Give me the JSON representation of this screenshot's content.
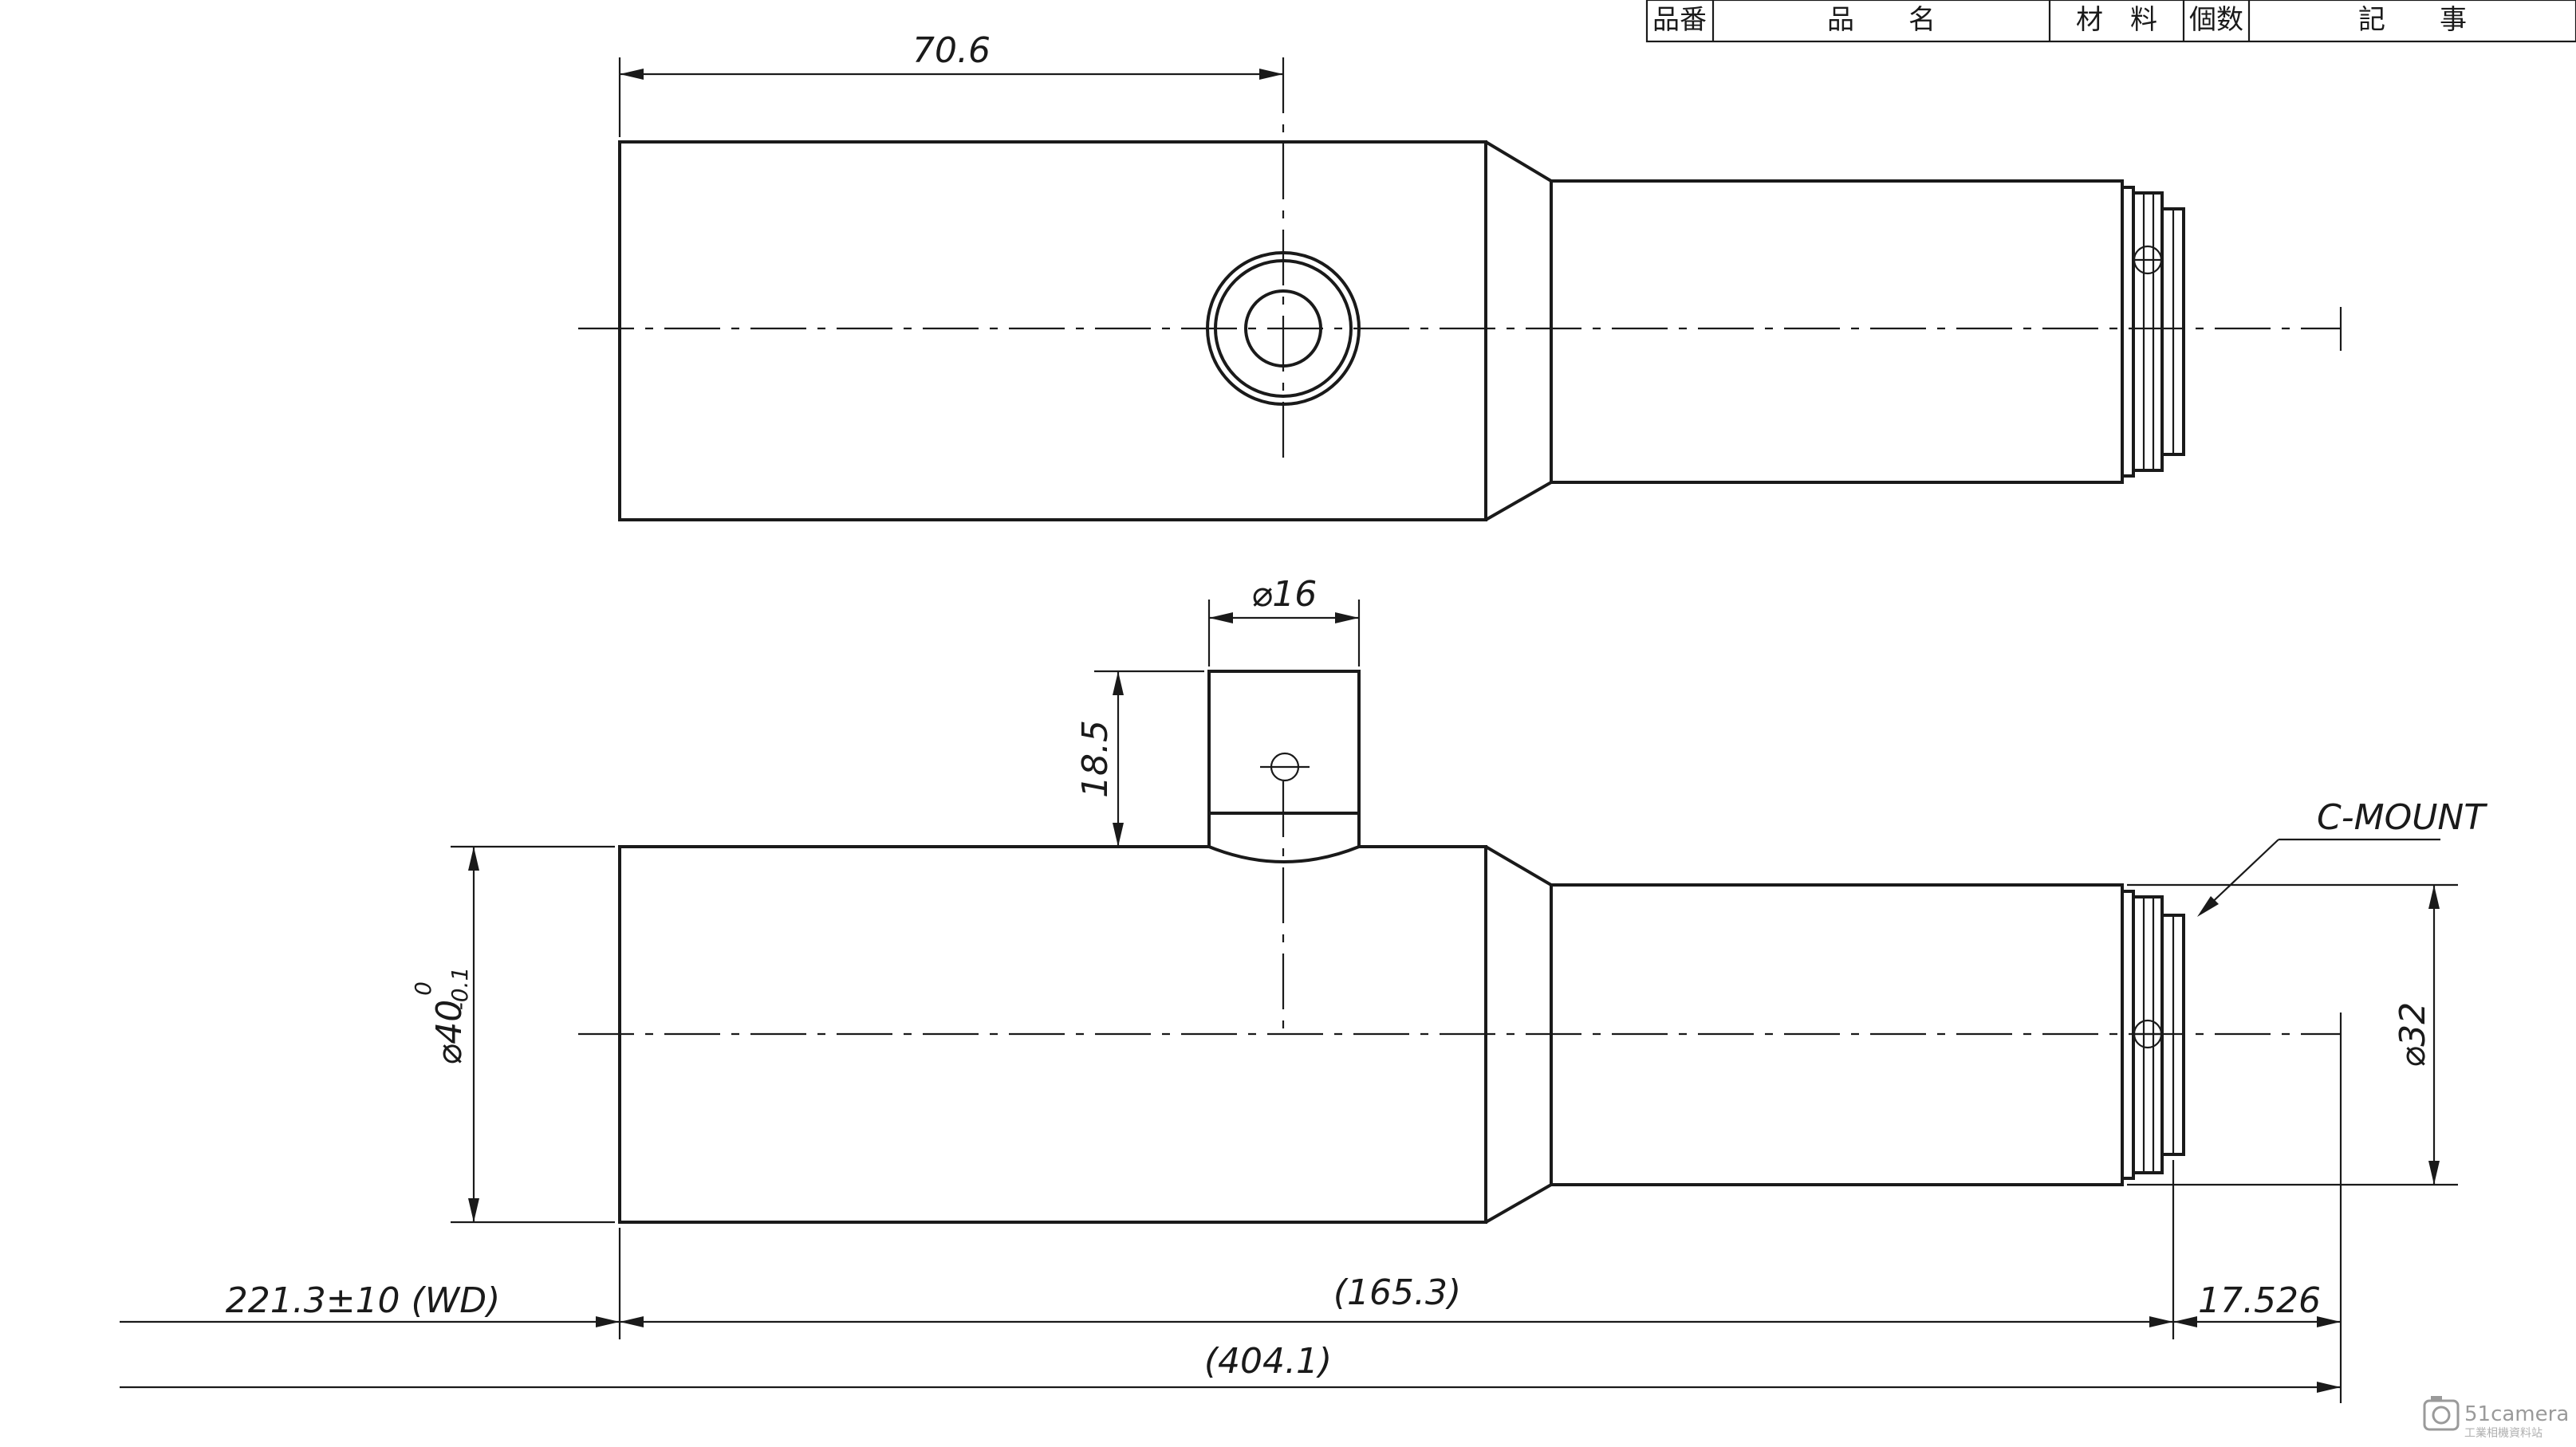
{
  "title_block": {
    "headers": [
      "品番",
      "品　　名",
      "材　料",
      "個数",
      "記　　事"
    ]
  },
  "dimensions": {
    "offset_top": "70.6",
    "boss_diameter": "⌀16",
    "boss_height": "18.5",
    "body_diameter": "⌀40",
    "body_tol_upper": "0",
    "body_tol_lower": "-0.1",
    "mount_diameter": "⌀32",
    "working_distance": "221.3±10 (WD)",
    "body_length": "(165.3)",
    "flange_back": "17.526",
    "total_length": "(404.1)"
  },
  "labels": {
    "mount": "C-MOUNT"
  },
  "watermark": {
    "brand": "51camera",
    "tagline": "工業相機資料站"
  }
}
